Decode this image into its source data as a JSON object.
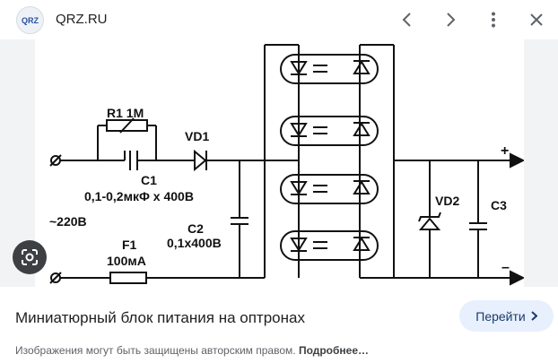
{
  "header": {
    "logo_text": "QRZ",
    "site_name": "QRZ.RU"
  },
  "schematic": {
    "labels": {
      "r1": "R1 1M",
      "vd1": "VD1",
      "c1": "C1",
      "c1_value": "0,1-0,2мкФ х 400В",
      "mains": "~220В",
      "c2": "C2",
      "c2_value": "0,1х400В",
      "f1": "F1",
      "f1_value": "100мА",
      "vd2": "VD2",
      "c3": "C3",
      "plus": "+",
      "minus": "–"
    }
  },
  "caption": {
    "title": "Миниатюрный блок питания на оптронах",
    "visit_label": "Перейти",
    "copyright_text": "Изображения могут быть защищены авторским правом.",
    "learn_more": "Подробнее…"
  },
  "icons": [
    "back-icon",
    "forward-icon",
    "more-vert-icon",
    "close-icon",
    "lens-icon",
    "chevron-right-icon"
  ]
}
